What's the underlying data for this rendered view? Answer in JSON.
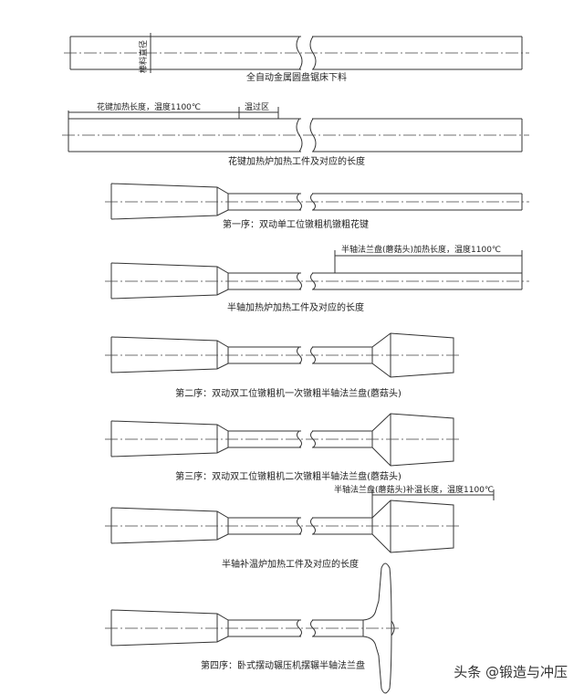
{
  "steps": [
    {
      "caption": "全自动金属圆盘锯床下料",
      "note": "棒料直径"
    },
    {
      "caption": "花键加热炉加热工件及对应的长度",
      "dim1": "花键加热长度，温度1100℃",
      "dim2": "温过区"
    },
    {
      "caption": "第一序：双动单工位镦粗机镦粗花键"
    },
    {
      "caption": "半轴加热炉加热工件及对应的长度",
      "dim1": "半轴法兰盘(蘑菇头)加热长度，温度1100℃"
    },
    {
      "caption": "第二序：双动双工位镦粗机一次镦粗半轴法兰盘(蘑菇头)"
    },
    {
      "caption": "第三序：双动双工位镦粗机二次镦粗半轴法兰盘(蘑菇头)"
    },
    {
      "caption": "半轴补温炉加热工件及对应的长度",
      "dim1": "半轴法兰盘(蘑菇头)补温长度，温度1100℃"
    },
    {
      "caption": "第四序：卧式摆动辗压机摆辗半轴法兰盘"
    }
  ],
  "watermark": "头条 @锻造与冲压",
  "colors": {
    "line": "#333333",
    "background": "#ffffff"
  }
}
